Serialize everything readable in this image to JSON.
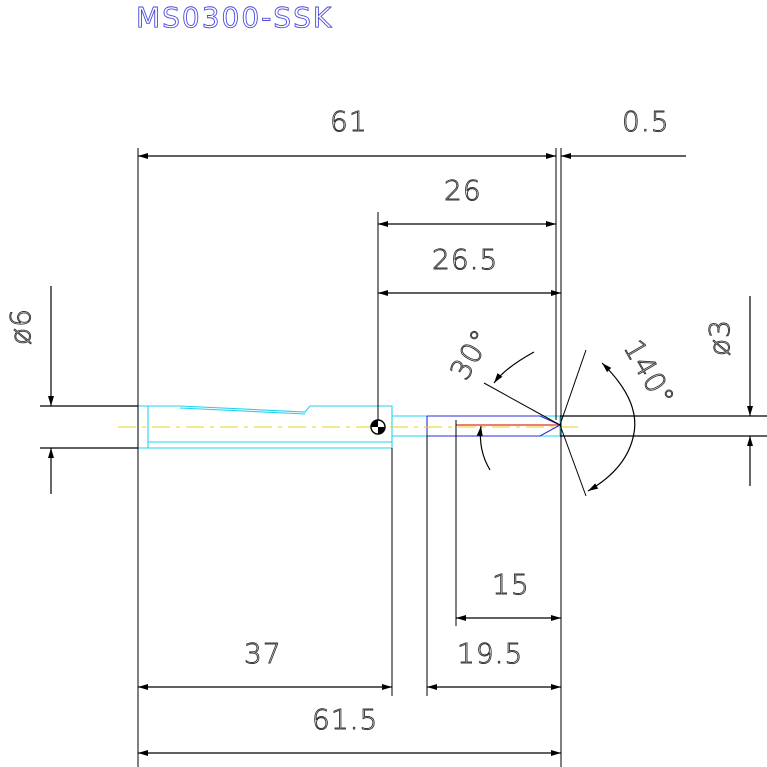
{
  "title": "MS0300-SSK",
  "dimensions": {
    "d61": "61",
    "d05": "0.5",
    "d26": "26",
    "d265": "26.5",
    "phi6": "ø6",
    "phi3": "ø3",
    "ang30": "30°",
    "ang140": "140°",
    "d15": "15",
    "d37": "37",
    "d195": "19.5",
    "d615": "61.5"
  },
  "colors": {
    "outline": "#000000",
    "shank": "#22d3ee",
    "tip": "#2b2bd6",
    "cutting_edge": "#e0302a",
    "centerline": "#e6d21a",
    "title": "#4a4ae0"
  }
}
